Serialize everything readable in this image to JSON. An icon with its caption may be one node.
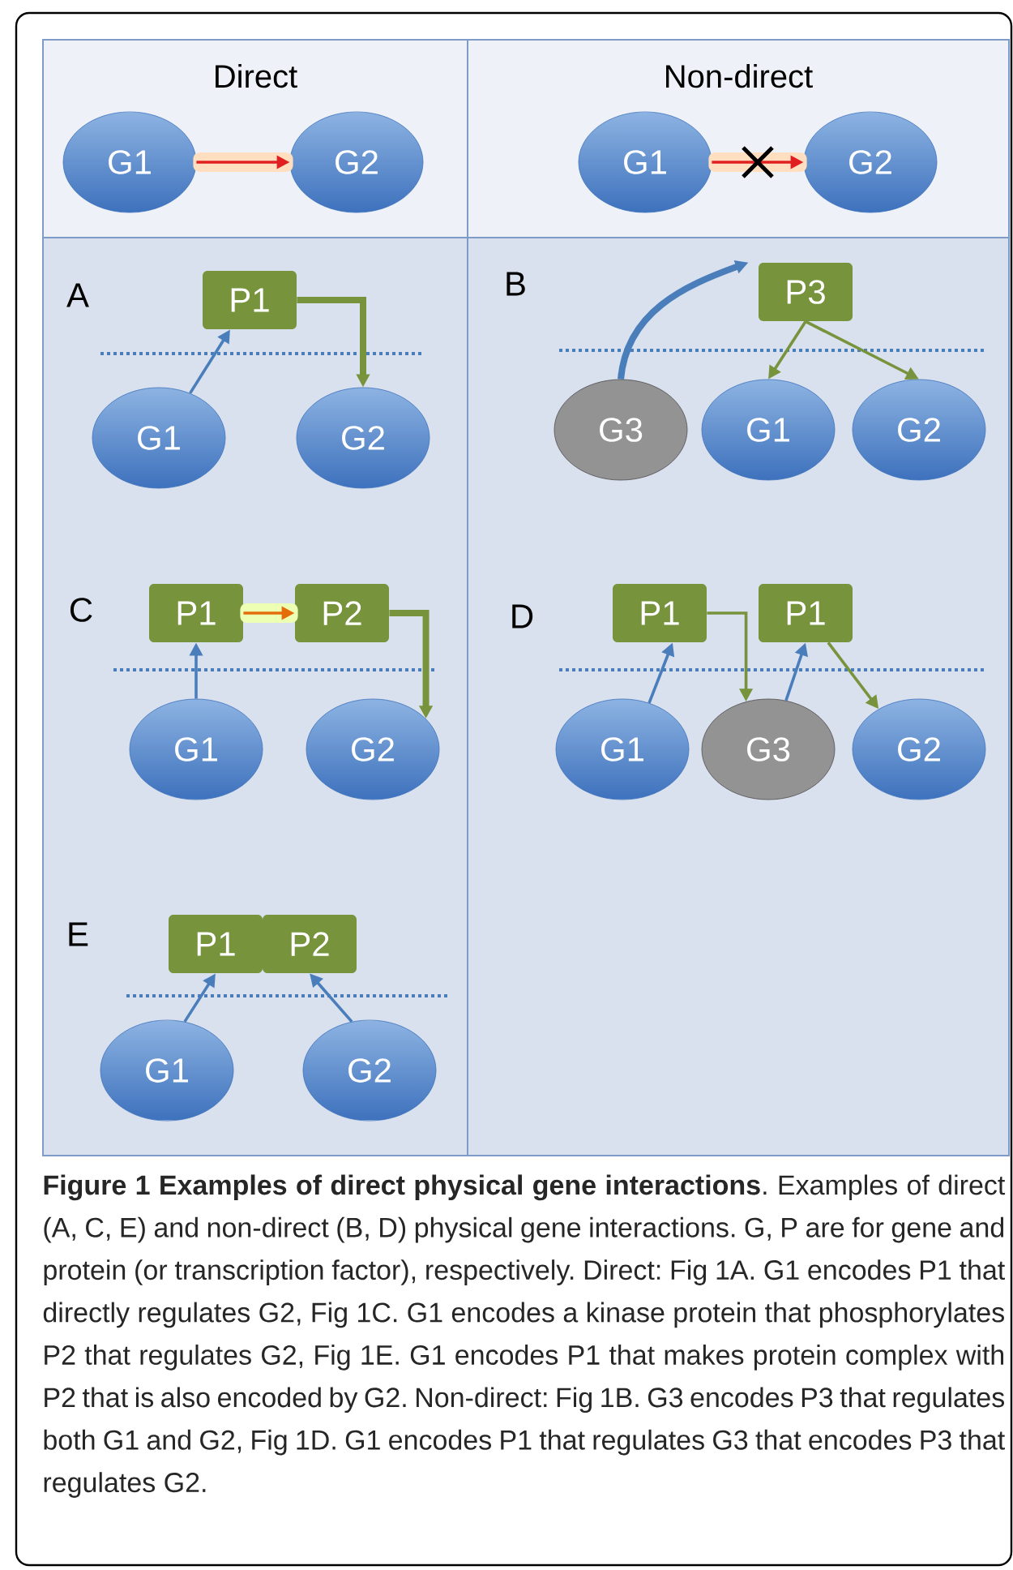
{
  "diagram": {
    "caption": "**Figure 1 Examples of direct physical gene interactions**. Examples of direct (A, C, E) and non-direct (B, D) physical gene interactions. G, P are for gene and protein (or transcription factor), respectively. Direct: Fig 1A. G1 encodes P1 that directly regulates G2, Fig 1C. G1 encodes a kinase protein that phosphorylates P2 that regulates G2, Fig 1E. G1 encodes P1 that makes protein complex with P2 that is also encoded by G2. Non-direct: Fig 1B. G3 encodes P3 that regulates both G1 and G2, Fig 1D. G1 encodes P1 that regulates G3 that encodes P3 that regulates G2.",
    "nodes": [
      {
        "text": [
          "Direct"
        ]
      },
      {
        "text": [
          "G1"
        ],
        "in": 0
      },
      {
        "text": [
          "G2"
        ],
        "in": 0
      },
      {
        "text": [
          "Non-direct"
        ]
      },
      {
        "text": [
          "G1"
        ],
        "in": 3
      },
      {
        "text": [
          "G2"
        ],
        "in": 3
      },
      {
        "text": [],
        "shape": "box"
      },
      {
        "text": [
          "P1"
        ],
        "in": 6
      },
      {
        "text": [
          "G1"
        ],
        "in": 6
      },
      {
        "text": [
          "G2"
        ],
        "in": 6
      },
      {
        "text": [],
        "shape": "box"
      },
      {
        "text": [
          "P3"
        ],
        "in": 10
      },
      {
        "text": [
          "G3"
        ],
        "in": 10
      },
      {
        "text": [
          "G1"
        ],
        "in": 10
      },
      {
        "text": [
          "G2"
        ],
        "in": 10
      },
      {
        "text": [
          "P1"
        ],
        "in": 6
      },
      {
        "text": [
          "P2"
        ],
        "in": 6
      },
      {
        "text": [
          "G1"
        ],
        "in": 6
      },
      {
        "text": [
          "G2"
        ],
        "in": 6
      },
      {
        "text": [
          "P1"
        ],
        "in": 10
      },
      {
        "text": [
          "P1"
        ],
        "in": 10
      },
      {
        "text": [
          "G1"
        ],
        "in": 10
      },
      {
        "text": [
          "G3"
        ],
        "in": 10
      },
      {
        "text": [
          "G2"
        ],
        "in": 10
      },
      {
        "text": [
          "P1"
        ],
        "in": 6
      },
      {
        "text": [
          "P2"
        ],
        "in": 6
      },
      {
        "text": [
          "G1"
        ],
        "in": 6
      },
      {
        "text": [
          "G2"
        ],
        "in": 6
      }
    ],
    "edges": [
      {
        "from": 1,
        "to": 2,
        "arrow": "to",
        "color": "#e02020"
      },
      {
        "from": 4,
        "to": 5,
        "arrow": "to",
        "color": "#e02020"
      },
      {
        "from": 8,
        "to": 7,
        "arrow": "to"
      },
      {
        "from": 7,
        "to": 9,
        "arrow": "to",
        "style": "thick",
        "color": "#77933c"
      },
      {
        "from": 12,
        "to": 11,
        "arrow": "to",
        "style": "thick"
      },
      {
        "from": 11,
        "to": 13,
        "arrow": "to",
        "color": "#77933c"
      },
      {
        "from": 11,
        "to": 14,
        "arrow": "to",
        "color": "#77933c"
      },
      {
        "from": 17,
        "to": 15,
        "arrow": "to"
      },
      {
        "from": 15,
        "to": 16,
        "arrow": "to",
        "color": "#e46c0a"
      },
      {
        "from": 16,
        "to": 18,
        "arrow": "to",
        "style": "thick",
        "color": "#77933c"
      },
      {
        "from": 21,
        "to": 19,
        "arrow": "to"
      },
      {
        "from": 19,
        "to": 22,
        "arrow": "to",
        "color": "#77933c"
      },
      {
        "from": 22,
        "to": 20,
        "arrow": "to"
      },
      {
        "from": 20,
        "to": 23,
        "arrow": "to",
        "color": "#77933c"
      },
      {
        "from": 26,
        "to": 24,
        "arrow": "to"
      },
      {
        "from": 27,
        "to": 25,
        "arrow": "to"
      }
    ],
    "labels": [
      "A",
      "B",
      "C",
      "D",
      "E"
    ]
  }
}
